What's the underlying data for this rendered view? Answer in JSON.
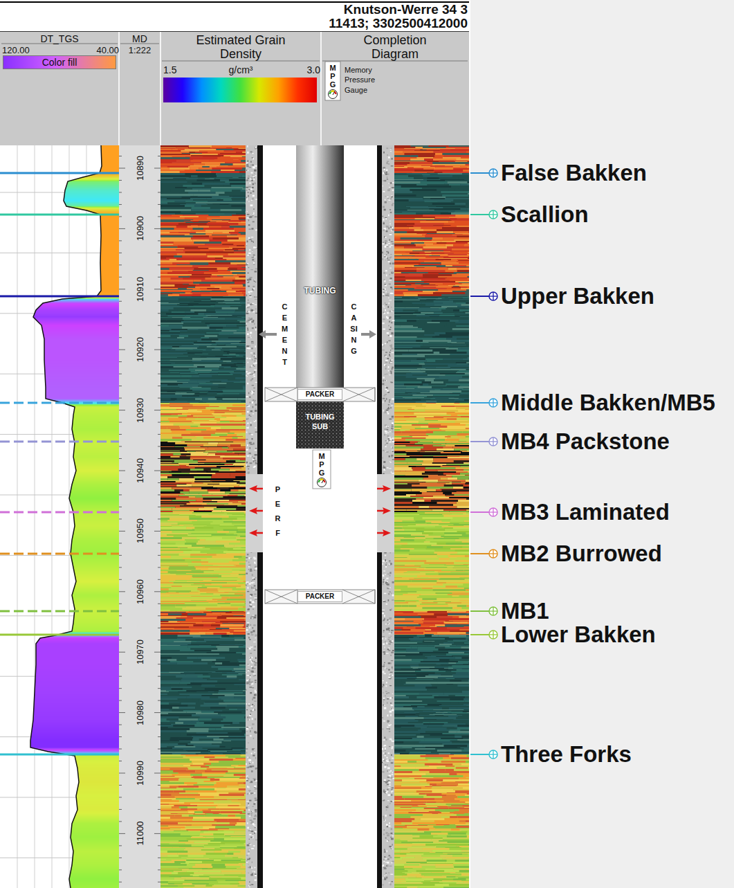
{
  "diagram": {
    "title": "Knutson-Werre 34 3",
    "nodes": [
      {
        "text": [
          "DT_TGS",
          "120.00",
          "40.00"
        ]
      },
      {
        "text": [
          "Color fill"
        ],
        "in": 0
      },
      {
        "text": [
          "MD",
          "1:222"
        ]
      },
      {
        "text": [
          "Estimated Grain Density",
          "1.5",
          "g/cm³",
          "3.0"
        ]
      },
      {
        "text": [
          "Completion Diagram"
        ]
      },
      {
        "text": [
          "MPG"
        ],
        "in": 4
      },
      {
        "text": [
          "TUBING"
        ]
      },
      {
        "text": [
          "PACKER"
        ]
      },
      {
        "text": [
          "TUBING SUB"
        ]
      },
      {
        "text": [
          "MPG"
        ]
      },
      {
        "text": [
          "PACKER"
        ]
      }
    ],
    "labels": [
      "11413; 3302500412000",
      "Memory Pressure Gauge",
      "10890",
      "10900",
      "10910",
      "10920",
      "10930",
      "10940",
      "10950",
      "10960",
      "10970",
      "10980",
      "10990",
      "11000",
      "CEMENT",
      "CASING",
      "PERF",
      "False Bakken",
      "Scallion",
      "Upper Bakken",
      "Middle Bakken/MB5",
      "MB4 Packstone",
      "MB3 Laminated",
      "MB2 Burrowed",
      "MB1",
      "Lower Bakken",
      "Three Forks"
    ]
  }
}
